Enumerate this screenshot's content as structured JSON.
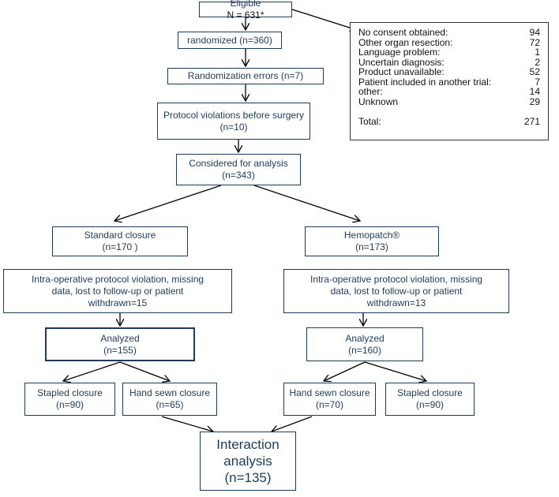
{
  "eligible": {
    "prefix": "Eligible ",
    "value": "N = 631*"
  },
  "randomized": "randomized (n=360)",
  "randomization_errors": "Randomization errors (n=7)",
  "protocol_violations": {
    "line1": "Protocol violations before surgery",
    "line2": "(n=10)"
  },
  "considered": {
    "line1": "Considered for analysis",
    "line2": "(n=343)"
  },
  "exclusions": {
    "items": [
      {
        "label": "No consent obtained:",
        "value": "94"
      },
      {
        "label": "Other organ resection:",
        "value": "72"
      },
      {
        "label": "Language problem:",
        "value": "1"
      },
      {
        "label": "Uncertain diagnosis:",
        "value": "2"
      },
      {
        "label": "Product unavailable:",
        "value": "52"
      },
      {
        "label": "Patient included in another trial:",
        "value": "7"
      },
      {
        "label": "other:",
        "value": "14"
      },
      {
        "label": "Unknown",
        "value": "29"
      }
    ],
    "total_label": "Total:",
    "total_value": "271"
  },
  "left": {
    "group": {
      "line1": "Standard closure",
      "line2": "(n=170 )"
    },
    "violation": {
      "line1": "Intra-operative protocol violation, missing",
      "line2": "data, lost to follow-up or patient",
      "line3": "withdrawn=15"
    },
    "analyzed": {
      "line1": "Analyzed",
      "line2": "(n=155)"
    },
    "sub_a": {
      "line1": "Stapled closure",
      "line2": "(n=90)"
    },
    "sub_b": {
      "line1": "Hand sewn closure",
      "line2": "(n=65)"
    }
  },
  "right": {
    "group": {
      "line1": "Hemopatch®",
      "line2": "(n=173)"
    },
    "violation": {
      "line1": "Intra-operative protocol violation, missing",
      "line2": "data, lost to follow-up or patient",
      "line3": "withdrawn=13"
    },
    "analyzed": {
      "line1": "Analyzed",
      "line2": "(n=160)"
    },
    "sub_a": {
      "line1": "Hand sewn closure",
      "line2": "(n=70)"
    },
    "sub_b": {
      "line1": "Stapled closure",
      "line2": "(n=90)"
    }
  },
  "interaction": {
    "line1": "Interaction",
    "line2": "analysis",
    "line3": "(n=135)"
  }
}
